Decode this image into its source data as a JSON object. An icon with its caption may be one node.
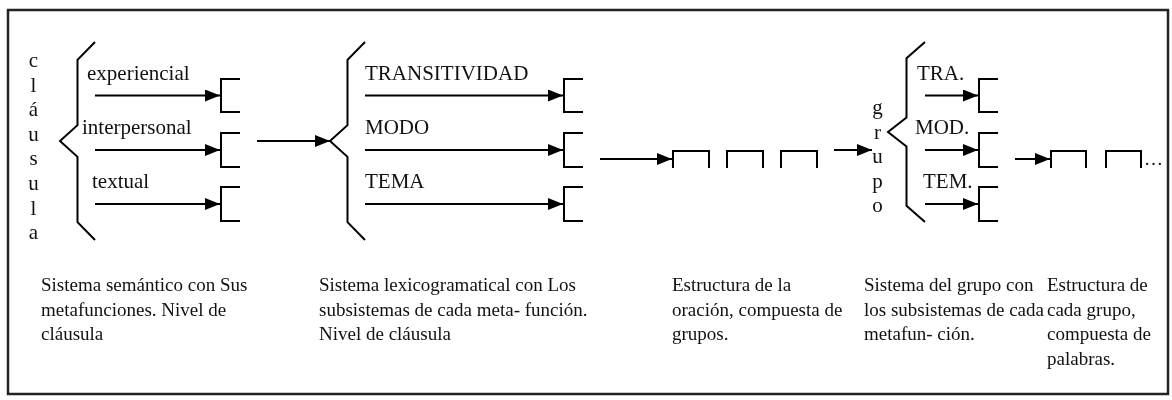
{
  "diagram": {
    "nodes": [
      {
        "text": [
          "cláusula"
        ]
      },
      {
        "text": [],
        "shape": "brace"
      },
      {
        "text": [],
        "shape": "bracket"
      },
      {
        "text": [],
        "shape": "bracket"
      },
      {
        "text": [],
        "shape": "bracket"
      },
      {
        "text": [],
        "shape": "brace"
      },
      {
        "text": [],
        "shape": "bracket"
      },
      {
        "text": [],
        "shape": "bracket"
      },
      {
        "text": [],
        "shape": "bracket"
      },
      {
        "text": [],
        "shape": "box"
      },
      {
        "text": [],
        "shape": "box"
      },
      {
        "text": [],
        "shape": "box"
      },
      {
        "text": [
          "grupo"
        ]
      },
      {
        "text": [],
        "shape": "brace"
      },
      {
        "text": [],
        "shape": "bracket"
      },
      {
        "text": [],
        "shape": "bracket"
      },
      {
        "text": [],
        "shape": "bracket"
      },
      {
        "text": [],
        "shape": "box"
      },
      {
        "text": [],
        "shape": "box",
        "beside": [
          "…"
        ]
      }
    ],
    "edges": [
      {
        "from": 1,
        "to": 2,
        "arrow": "to",
        "label": "experiencial"
      },
      {
        "from": 1,
        "to": 3,
        "arrow": "to",
        "label": "interpersonal"
      },
      {
        "from": 1,
        "to": 4,
        "arrow": "to",
        "label": "textual"
      },
      {
        "from": 3,
        "to": 5,
        "arrow": "to"
      },
      {
        "from": 5,
        "to": 6,
        "arrow": "to",
        "label": "TRANSITIVIDAD"
      },
      {
        "from": 5,
        "to": 7,
        "arrow": "to",
        "label": "MODO"
      },
      {
        "from": 5,
        "to": 8,
        "arrow": "to",
        "label": "TEMA"
      },
      {
        "from": 7,
        "to": 9,
        "arrow": "to"
      },
      {
        "from": 11,
        "to": 12,
        "arrow": "to"
      },
      {
        "from": 13,
        "to": 14,
        "arrow": "to",
        "label": "TRA."
      },
      {
        "from": 13,
        "to": 15,
        "arrow": "to",
        "label": "MOD."
      },
      {
        "from": 13,
        "to": 16,
        "arrow": "to",
        "label": "TEM."
      },
      {
        "from": 15,
        "to": 17,
        "arrow": "to"
      }
    ],
    "labels": [
      "Sistema semántico con Sus metafunciones. Nivel de cláusula",
      "Sistema lexicogramatical con Los subsistemas de cada meta- función. Nivel de cláusula",
      "Estructura de la oración, compuesta de grupos.",
      "Sistema del grupo con los subsistemas de cada metafun- ción.",
      "Estructura de cada grupo, compuesta de palabras."
    ]
  }
}
